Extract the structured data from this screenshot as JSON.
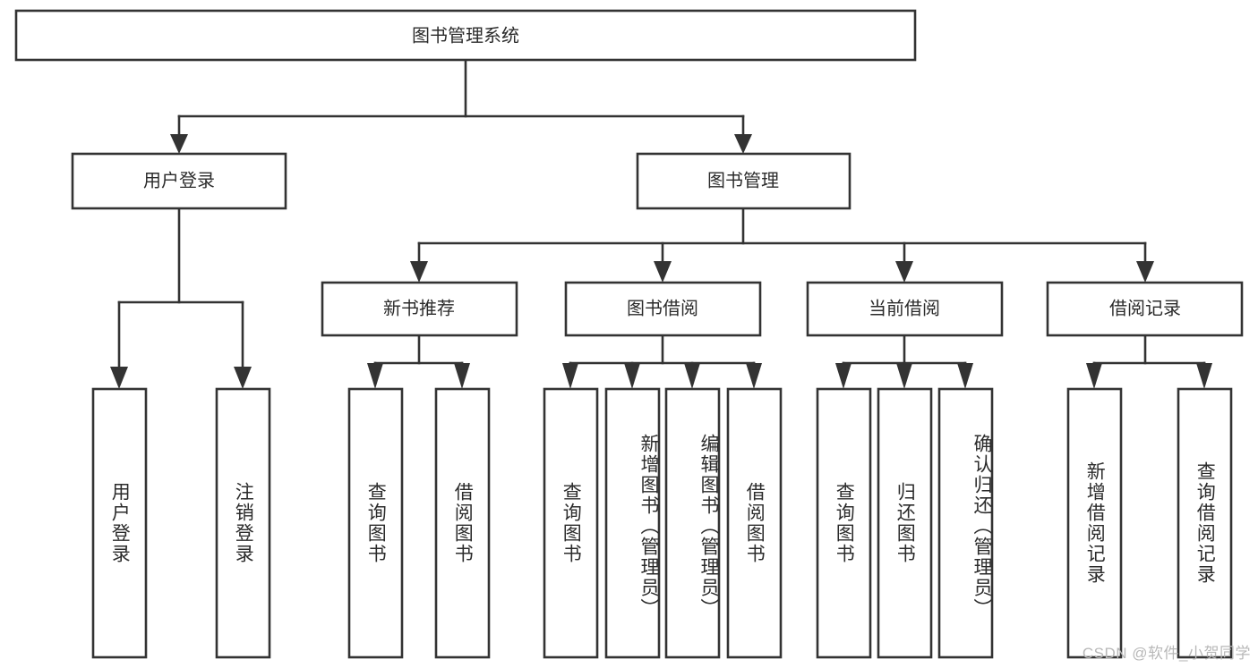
{
  "diagram": {
    "type": "tree",
    "title": "图书管理系统",
    "orientation": "top-down",
    "colors": {
      "box_border": "#333333",
      "box_fill": "#ffffff",
      "text": "#2b2b2b",
      "connector": "#333333",
      "watermark": "#b8b8b8",
      "background": "#ffffff"
    },
    "root": {
      "label": "图书管理系统",
      "level": 0
    },
    "level1": [
      {
        "label": "用户登录"
      },
      {
        "label": "图书管理"
      }
    ],
    "level2": [
      {
        "label": "新书推荐"
      },
      {
        "label": "图书借阅"
      },
      {
        "label": "当前借阅"
      },
      {
        "label": "借阅记录"
      }
    ],
    "leaves": {
      "user_login": [
        {
          "label": "用户登录"
        },
        {
          "label": "注销登录"
        }
      ],
      "new_book_recommend": [
        {
          "label": "查询图书"
        },
        {
          "label": "借阅图书"
        }
      ],
      "book_borrow": [
        {
          "label": "查询图书"
        },
        {
          "label": "新增图书（管理员）"
        },
        {
          "label": "编辑图书（管理员）"
        },
        {
          "label": "借阅图书"
        }
      ],
      "current_borrow": [
        {
          "label": "查询图书"
        },
        {
          "label": "归还图书"
        },
        {
          "label": "确认归还（管理员）"
        }
      ],
      "borrow_record": [
        {
          "label": "新增借阅记录"
        },
        {
          "label": "查询借阅记录"
        }
      ]
    }
  },
  "watermark": {
    "text": "CSDN @软件_小贺同学"
  }
}
